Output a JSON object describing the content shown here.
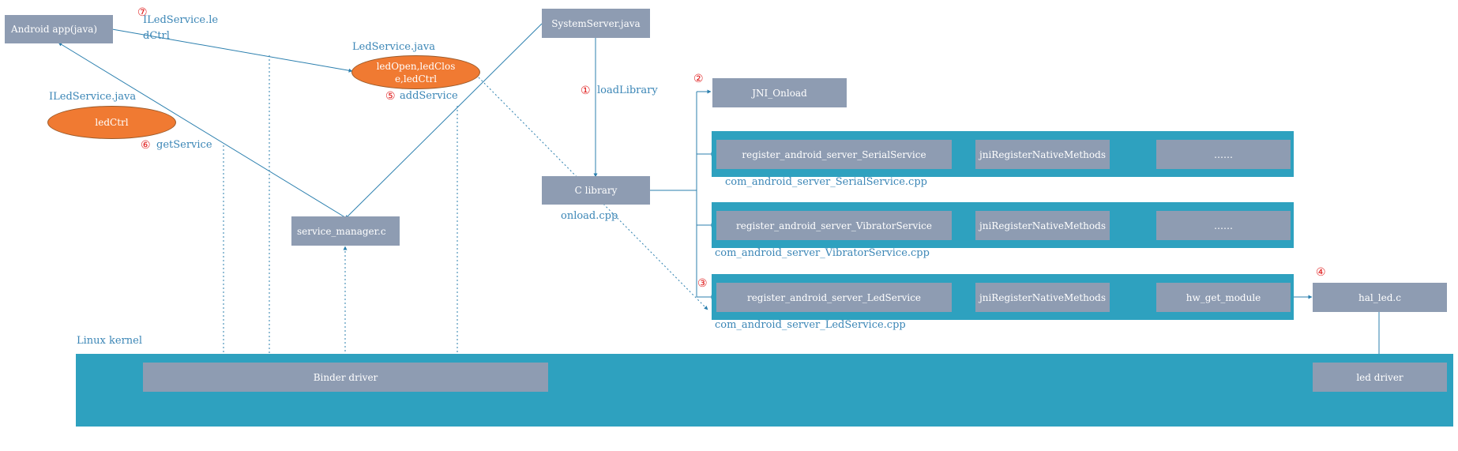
{
  "colors": {
    "box": "#8e9cb2",
    "band": "#2ea1bf",
    "ellipse": "#f07a32",
    "line": "#2b7fae",
    "label": "#3b86b6",
    "marker": "#e02020"
  },
  "nodes": {
    "android_app": "Android app(java)",
    "system_server": "SystemServer.java",
    "jni_onload": "JNI_Onload",
    "c_library": "C library",
    "service_manager": "service_manager.c",
    "serial_register": "register_android_server_SerialService",
    "serial_jni": "jniRegisterNativeMethods",
    "serial_more": "……",
    "vibrator_register": "register_android_server_VibratorService",
    "vibrator_jni": "jniRegisterNativeMethods",
    "vibrator_more": "……",
    "led_register": "register_android_server_LedService",
    "led_jni": "jniRegisterNativeMethods",
    "hw_get_module": "hw_get_module",
    "hal_led": "hal_led.c",
    "binder_driver": "Binder driver",
    "led_driver": "led driver",
    "led_ctrl": "ledCtrl",
    "led_service_methods": "ledOpen,ledClose,ledCtrl"
  },
  "labels": {
    "iledservice_ledctrl": "ILedService.ledCtrl",
    "ledservice_java": "LedService.java",
    "iledservice_java": "ILedService.java",
    "add_service": "addService",
    "get_service": "getService",
    "load_library": "loadLibrary",
    "onload_cpp": "onload.cpp",
    "serial_cpp": "com_android_server_SerialService.cpp",
    "vibrator_cpp": "com_android_server_VibratorService.cpp",
    "led_cpp": "com_android_server_LedService.cpp",
    "linux_kernel": "Linux kernel"
  },
  "markers": {
    "m1": "①",
    "m2": "②",
    "m3": "③",
    "m4": "④",
    "m5": "⑤",
    "m6": "⑥",
    "m7": "⑦"
  }
}
